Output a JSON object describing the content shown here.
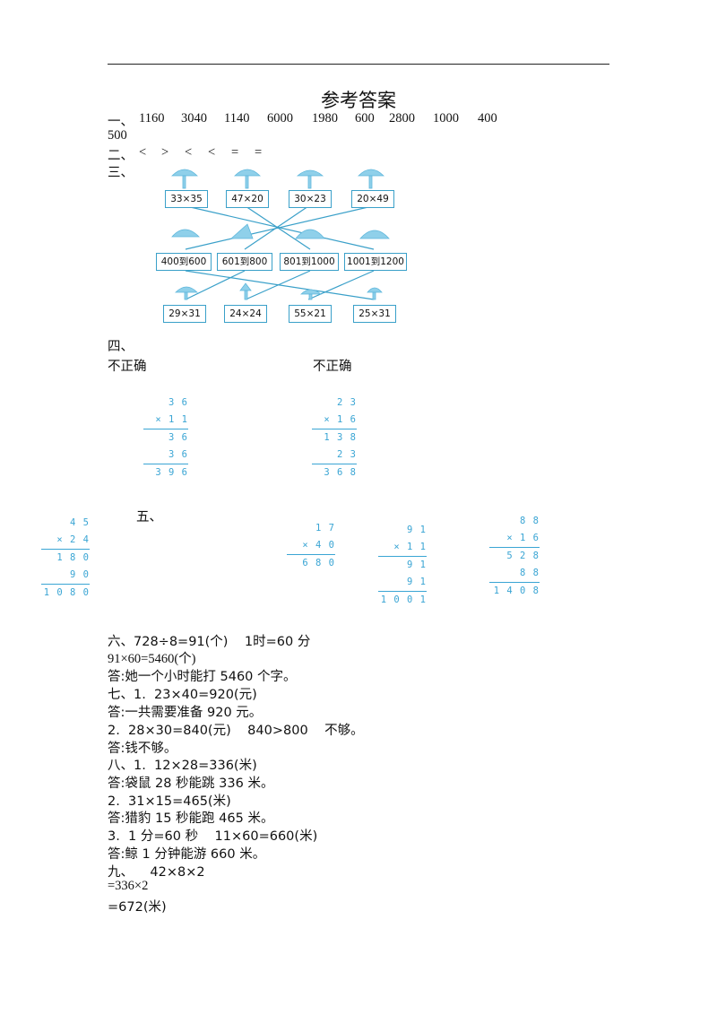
{
  "title": "参考答案",
  "q1": {
    "label": "一、",
    "values": [
      "1160",
      "3040",
      "1140",
      "6000",
      "1980",
      "600",
      "2800",
      "1000",
      "400",
      "500"
    ]
  },
  "q2": {
    "label": "二、",
    "symbols": [
      "<",
      ">",
      "<",
      "<",
      "=",
      "="
    ]
  },
  "q3": {
    "label": "三、",
    "top": [
      "33×35",
      "47×20",
      "30×23",
      "20×49"
    ],
    "middle": [
      "400到600",
      "601到800",
      "801到1000",
      "1001到1200"
    ],
    "bottom": [
      "29×31",
      "24×24",
      "55×21",
      "25×31"
    ]
  },
  "q4": {
    "label": "四、",
    "left": {
      "verdict": "不正确",
      "rows": [
        "3 6",
        "× 1 1",
        "3 6",
        "3 6",
        "3 9 6"
      ]
    },
    "right": {
      "verdict": "不正确",
      "rows": [
        "2 3",
        "× 1 6",
        "1 3 8",
        "2 3",
        "3 6 8"
      ]
    }
  },
  "q5": {
    "label": "五、",
    "c1": [
      "4 5",
      "× 2 4",
      "1 8 0",
      "9 0",
      "1 0 8 0"
    ],
    "c2": [
      "1 7",
      "× 4 0",
      "6 8 0"
    ],
    "c3": [
      "9 1",
      "× 1 1",
      "9 1",
      "9 1",
      "1 0 0 1"
    ],
    "c4": [
      "8 8",
      "× 1 6",
      "5 2 8",
      "8 8",
      "1 4 0 8"
    ]
  },
  "q6": [
    "六、728÷8=91(个)    1时=60 分",
    "91×60=5460(个)",
    "答:她一个小时能打 5460 个字。"
  ],
  "q7": [
    "七、1.  23×40=920(元)",
    "答:一共需要准备 920 元。",
    "2.  28×30=840(元)    840>800    不够。",
    "答:钱不够。"
  ],
  "q8": [
    "八、1.  12×28=336(米)",
    "答:袋鼠 28 秒能跳 336 米。",
    "2.  31×15=465(米)",
    "答:猎豹 15 秒能跑 465 米。",
    "3.  1 分=60 秒    11×60=660(米)",
    "答:鲸 1 分钟能游 660 米。"
  ],
  "q9": [
    "九、    42×8×2",
    "=336×2",
    "=672(米)"
  ]
}
